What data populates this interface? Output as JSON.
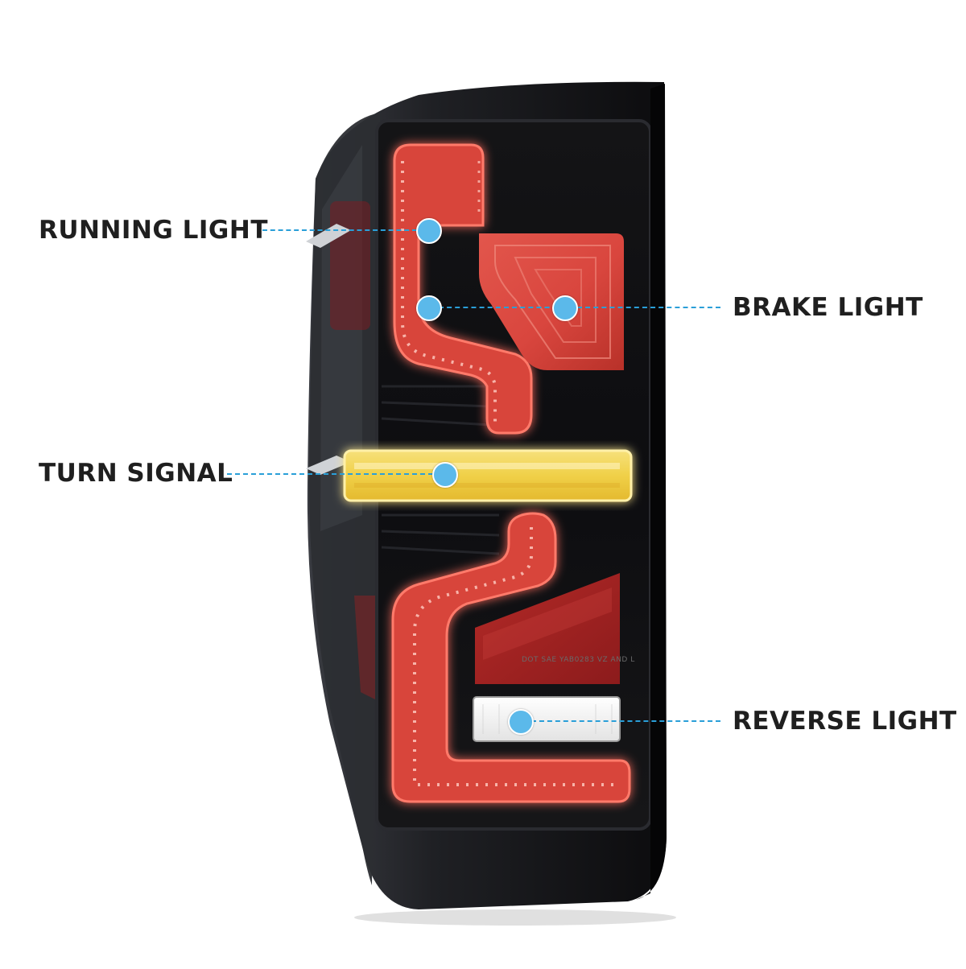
{
  "callouts": {
    "running_light": "RUNNING LIGHT",
    "brake_light": "BRAKE LIGHT",
    "turn_signal": "TURN SIGNAL",
    "reverse_light": "REVERSE LIGHT"
  },
  "product": {
    "lens_marking": "DOT SAE YAB0283 VZ AND L"
  },
  "colors": {
    "housing": "#151518",
    "running_brake_led": "#e8453a",
    "turn_signal_led": "#f1d24a",
    "reverse_lens": "#f4f4f4",
    "callout_dot": "#5bb9ea",
    "leader_line": "#2a9fd8",
    "label_text": "#1f1f1f"
  }
}
